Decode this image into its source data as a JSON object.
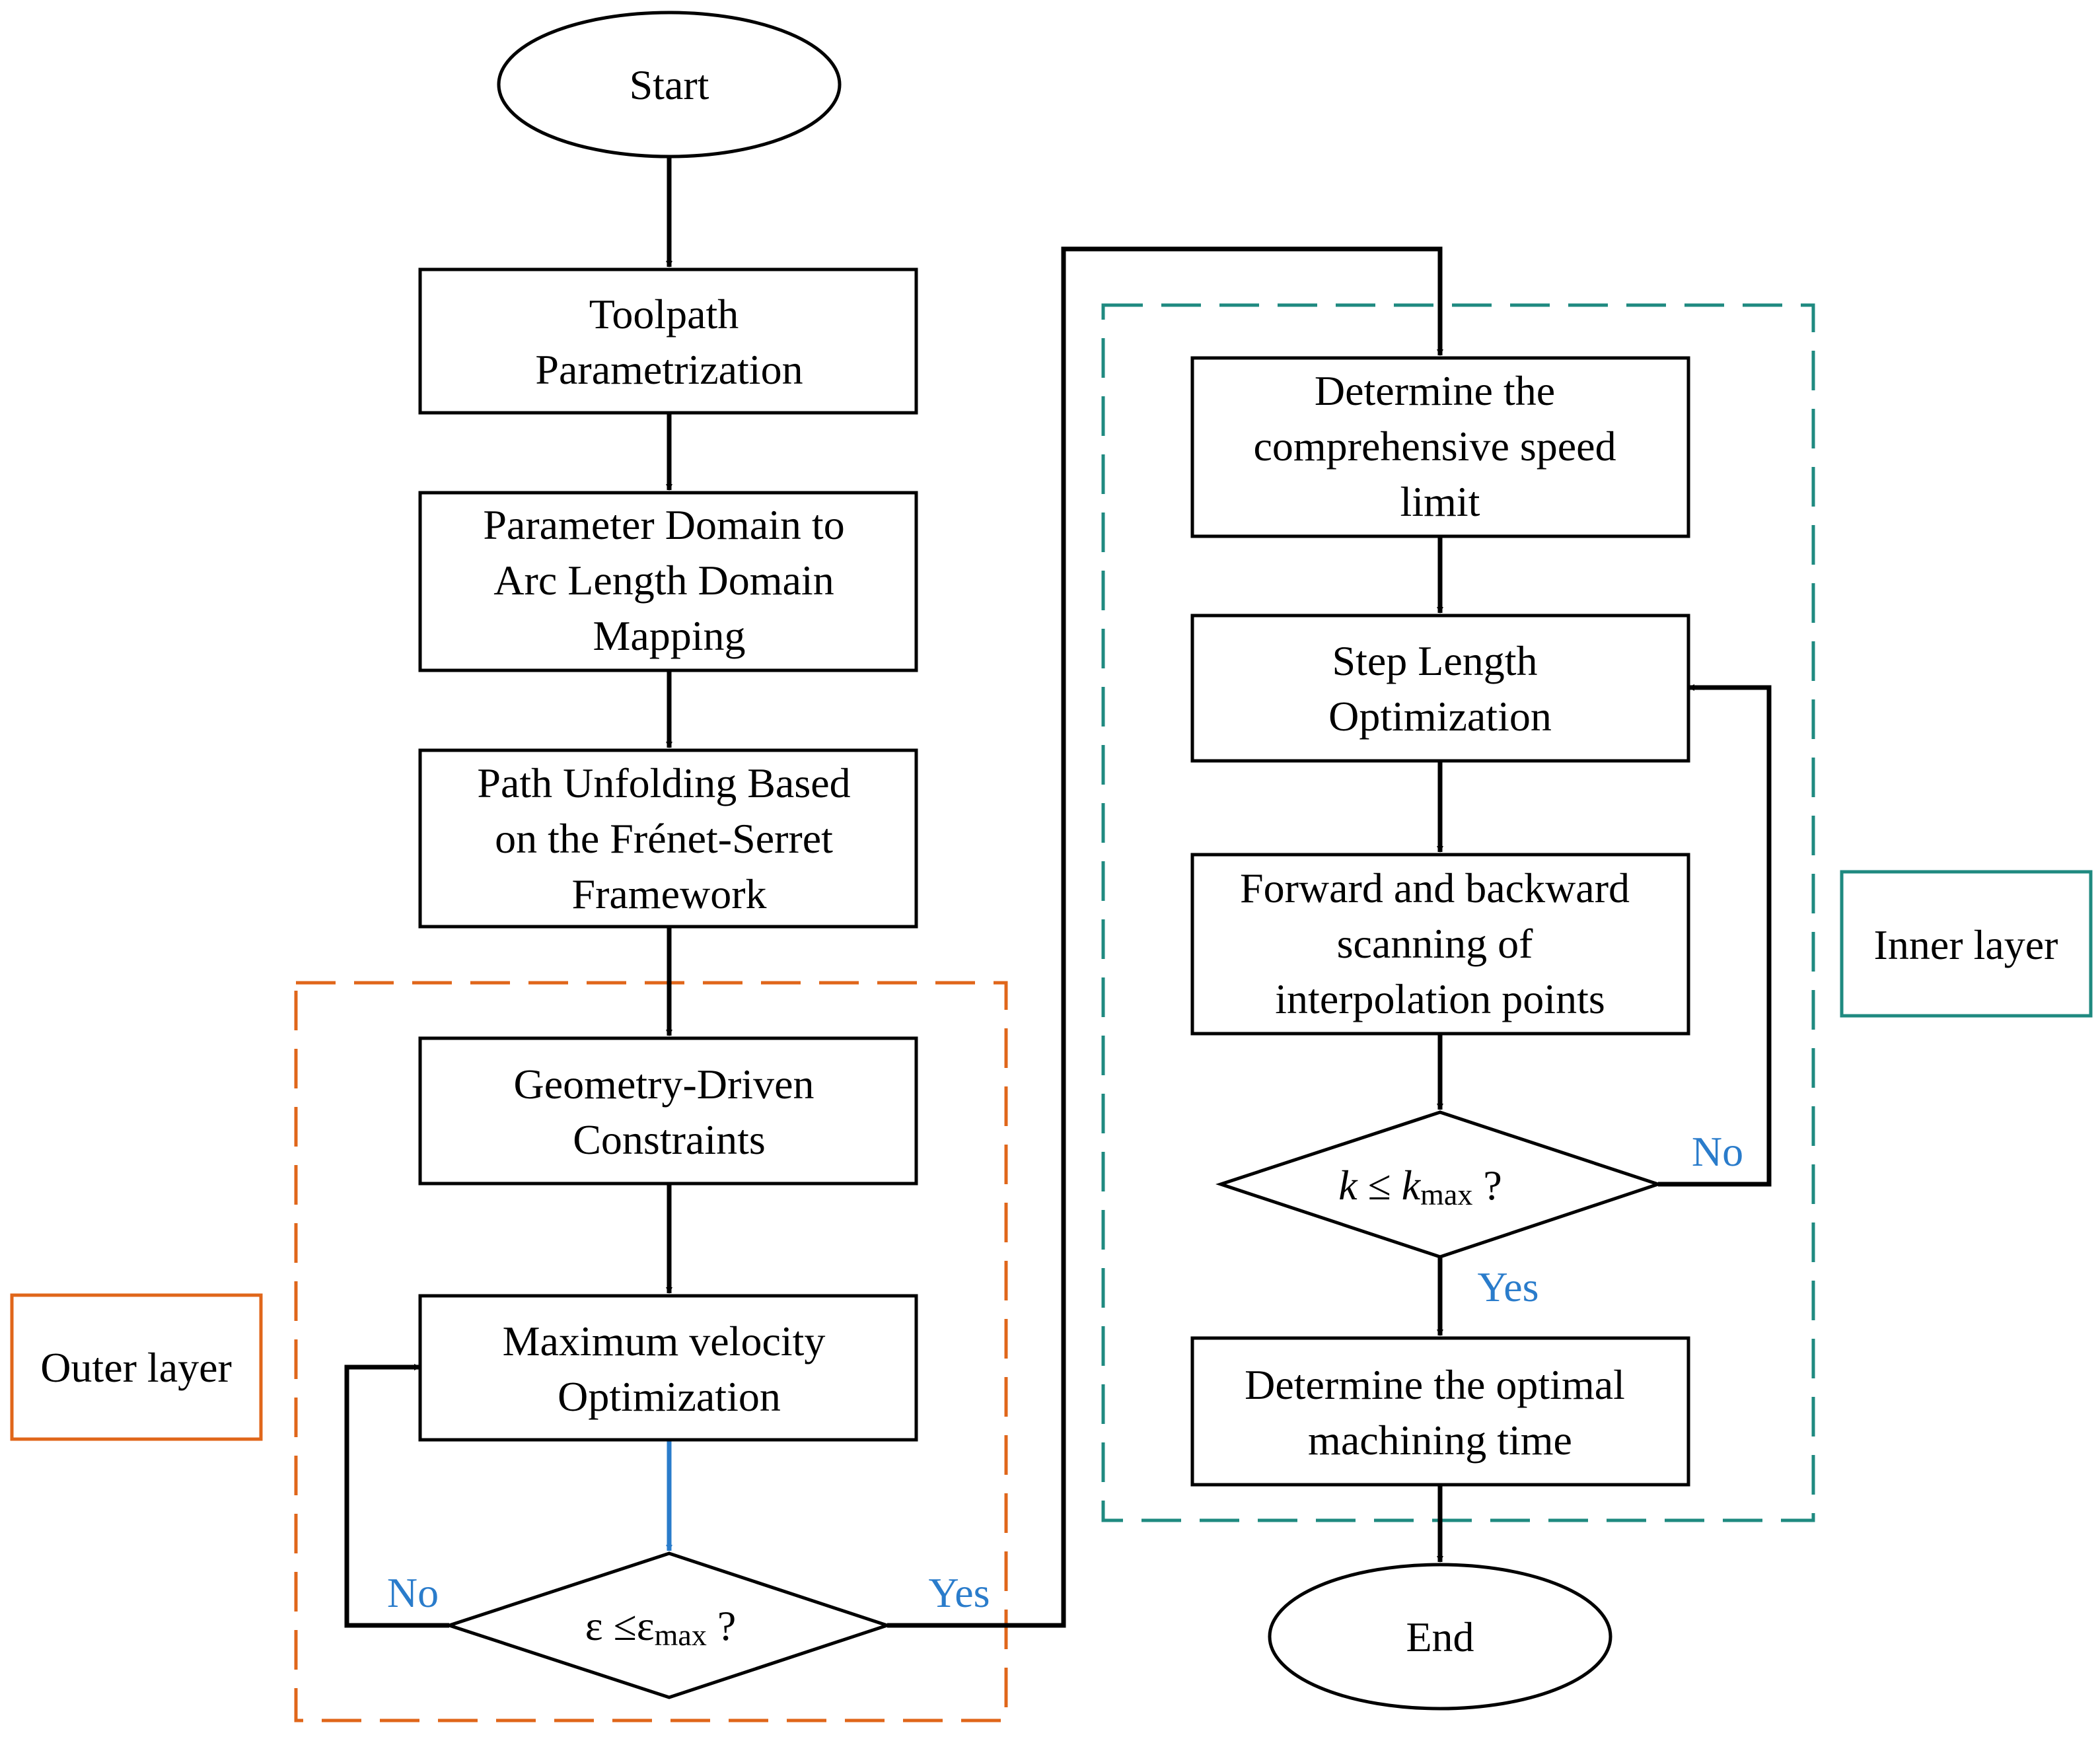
{
  "nodes": {
    "start": "Start",
    "toolpath": [
      "Toolpath",
      "Parametrization"
    ],
    "mapping": [
      "Parameter Domain to",
      "Arc Length Domain",
      "Mapping"
    ],
    "unfolding": [
      "Path Unfolding Based",
      "on the Frénet-Serret",
      "Framework"
    ],
    "geometry": [
      "Geometry-Driven",
      "Constraints"
    ],
    "maxvel": [
      "Maximum velocity",
      "Optimization"
    ],
    "speedlimit": [
      "Determine the",
      "comprehensive speed",
      "limit"
    ],
    "steplength": [
      "Step Length",
      "Optimization"
    ],
    "scanning": [
      "Forward and backward",
      "scanning of",
      "interpolation points"
    ],
    "optimaltime": [
      "Determine the optimal",
      "machining time"
    ],
    "end": "End"
  },
  "decisions": {
    "outer": {
      "symbol": "ε ≤ε",
      "subscript": "max",
      "suffix": " ?"
    },
    "inner": {
      "var": "k",
      "op": " ≤ ",
      "var2": "k",
      "subscript": "max",
      "suffix": " ?"
    }
  },
  "edge_labels": {
    "outer_no": "No",
    "outer_yes": "Yes",
    "inner_no": "No",
    "inner_yes": "Yes"
  },
  "layers": {
    "outer": "Outer layer",
    "inner": "Inner layer"
  },
  "colors": {
    "outer_layer": "#e0661a",
    "inner_layer": "#1f8a80",
    "yes_no_label": "#2a7ccb",
    "blue_arrow": "#2a7ccb"
  }
}
